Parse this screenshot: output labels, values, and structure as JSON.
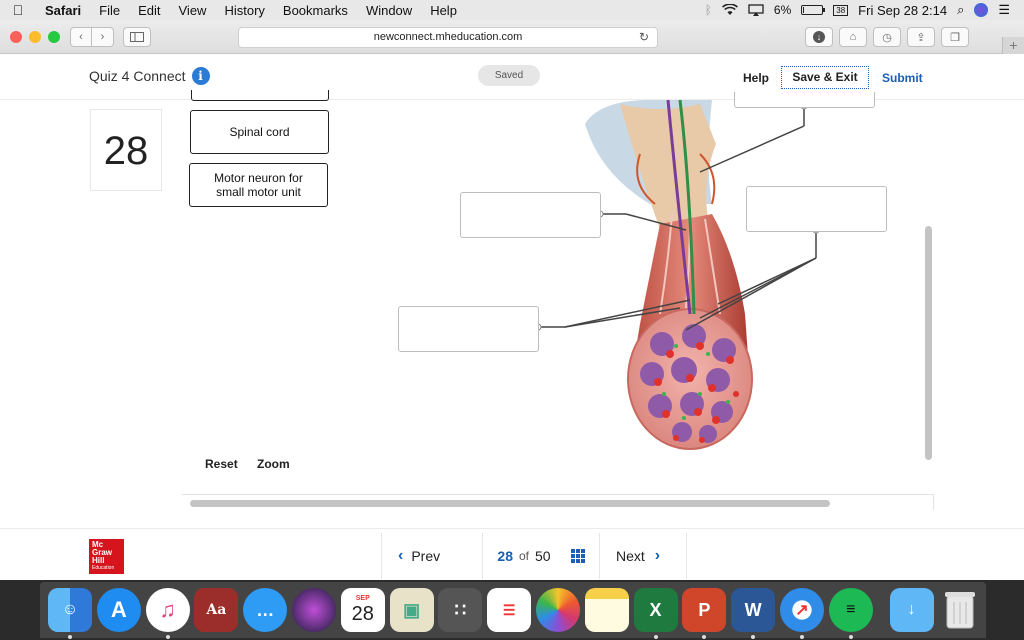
{
  "menubar": {
    "apple": "",
    "app": "Safari",
    "items": [
      "File",
      "Edit",
      "View",
      "History",
      "Bookmarks",
      "Window",
      "Help"
    ],
    "battery": "6%",
    "battery_level": 0.06,
    "clock": "Fri Sep 28  2:14"
  },
  "browser": {
    "url": "newconnect.mheducation.com",
    "plus": "+"
  },
  "app": {
    "title": "Quiz 4 Connect",
    "info_glyph": "i",
    "saved": "Saved",
    "help": "Help",
    "save_exit": "Save & Exit",
    "submit": "Submit"
  },
  "question": {
    "number": "28",
    "choices": [
      "Spinal cord",
      "Motor neuron for small motor unit"
    ]
  },
  "tools": {
    "reset": "Reset",
    "zoom": "Zoom"
  },
  "footer": {
    "logo_lines": [
      "Mc",
      "Graw",
      "Hill"
    ],
    "logo_sub": "Education",
    "prev": "Prev",
    "current": "28",
    "of": "of",
    "total": "50",
    "next": "Next"
  },
  "dock": {
    "calendar_month": "SEP",
    "calendar_day": "28"
  },
  "colors": {
    "accent": "#1a5fb4",
    "brand_red": "#d6141e",
    "close": "#fc5f57",
    "minimize": "#fdbc2e",
    "zoom": "#28c840"
  }
}
